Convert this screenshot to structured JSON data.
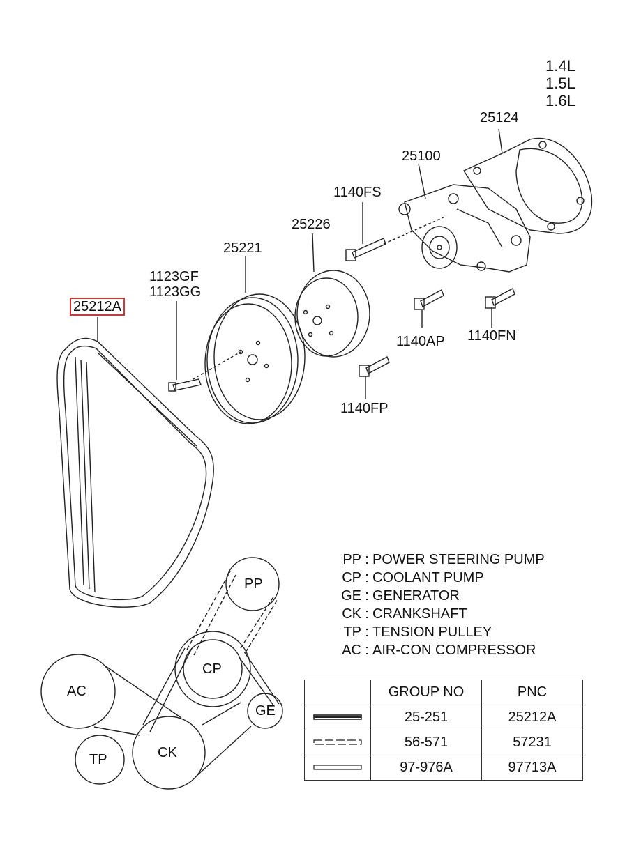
{
  "engine_sizes": [
    "1.4L",
    "1.5L",
    "1.6L"
  ],
  "part_labels": {
    "gasket": "25124",
    "water_pump": "25100",
    "bolt_fs": "1140FS",
    "pump_pulley": "25226",
    "crank_pulley": "25221",
    "bolt_gf": "1123GF",
    "bolt_gg": "1123GG",
    "belt": "25212A",
    "bolt_ap": "1140AP",
    "bolt_fn": "1140FN",
    "bolt_fp": "1140FP"
  },
  "pulleys": {
    "pp": "PP",
    "cp": "CP",
    "ge": "GE",
    "ac": "AC",
    "tp": "TP",
    "ck": "CK"
  },
  "legend": [
    {
      "code": "PP",
      "sep": ":",
      "text": "POWER STEERING PUMP"
    },
    {
      "code": "CP",
      "sep": ":",
      "text": "COOLANT PUMP"
    },
    {
      "code": "GE",
      "sep": ":",
      "text": "GENERATOR"
    },
    {
      "code": "CK",
      "sep": ":",
      "text": "CRANKSHAFT"
    },
    {
      "code": "TP",
      "sep": ":",
      "text": "TENSION PULLEY"
    },
    {
      "code": "AC",
      "sep": ":",
      "text": "AIR-CON COMPRESSOR"
    }
  ],
  "table": {
    "headers": [
      "",
      "GROUP NO",
      "PNC"
    ],
    "rows": [
      {
        "line_style": "double-solid",
        "group_no": "25-251",
        "pnc": "25212A"
      },
      {
        "line_style": "dashed",
        "group_no": "56-571",
        "pnc": "57231"
      },
      {
        "line_style": "hollow",
        "group_no": "97-976A",
        "pnc": "97713A"
      }
    ]
  },
  "colors": {
    "highlight": "#e03030",
    "line": "#222222"
  }
}
